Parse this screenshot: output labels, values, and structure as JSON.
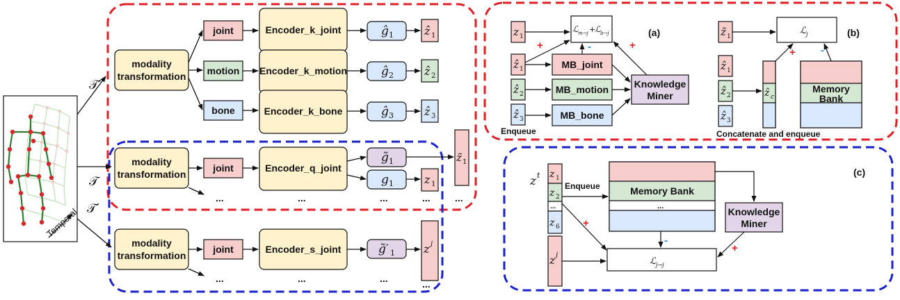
{
  "colors": {
    "red_dash": "#e01e26",
    "blue_dash": "#1a21c9",
    "pink": "#f8cecc",
    "green": "#d5e8d4",
    "blue": "#dae8fc",
    "yellow": "#fff2cc",
    "purple": "#e1d5e7",
    "plus": "#e01e26",
    "minus": "#1f8fd4"
  },
  "left": {
    "temporal_label": "Temporal",
    "t_prime_top": "𝒯′",
    "t_mid": "𝒯",
    "t_prime_bottom": "𝒯′"
  },
  "top_branch": {
    "modality": [
      "modality",
      "transformation"
    ],
    "modalities": [
      "joint",
      "motion",
      "bone"
    ],
    "encoders": [
      "Encoder_k_joint",
      "Encoder_k_motion",
      "Encoder_k_bone"
    ],
    "g": [
      "ĝ",
      "ĝ",
      "ĝ"
    ],
    "g_sub": [
      "1",
      "2",
      "3"
    ],
    "z": [
      "ẑ",
      "ẑ",
      "ẑ"
    ],
    "z_sub": [
      "1",
      "2",
      "3"
    ]
  },
  "mid_branch": {
    "modality": [
      "modality",
      "transformation"
    ],
    "joint": "joint",
    "encoder": "Encoder_q_joint",
    "g_tilde": "g̃",
    "g_tilde_sub": "1",
    "g": "g",
    "g_sub": "1",
    "z": "z",
    "z_sub": "1",
    "z_tilde": "z̃",
    "z_tilde_sub": "1",
    "dots": "..."
  },
  "bottom_branch": {
    "modality": [
      "modality",
      "transformation"
    ],
    "joint": "joint",
    "encoder": "Encoder_s_joint",
    "g": "g̃′",
    "g_sub": "1",
    "z": "z",
    "z_sup": "j",
    "dots": "..."
  },
  "panel_a": {
    "tag": "(a)",
    "loss_left": "ℒ",
    "loss_left_sub": "m→j",
    "loss_plus": "+",
    "loss_right": "ℒ",
    "loss_right_sub": "b→j",
    "z1": "z",
    "z1_sub": "1",
    "zh": [
      "ẑ",
      "ẑ",
      "ẑ"
    ],
    "zh_sub": [
      "1",
      "2",
      "3"
    ],
    "mb": [
      "MB_joint",
      "MB_motion",
      "MB_bone"
    ],
    "miner": [
      "Knowledge",
      "Miner"
    ],
    "enqueue": "Enqueue",
    "plus": "+",
    "minus": "-"
  },
  "panel_b": {
    "tag": "(b)",
    "loss": "ℒ",
    "loss_sub": "j",
    "zt": "z̃",
    "zt_sub": "1",
    "zh": [
      "ẑ",
      "ẑ",
      "ẑ"
    ],
    "zh_sub": [
      "1",
      "2",
      "3"
    ],
    "zc": "ẑ",
    "zc_sub": "c",
    "memory": [
      "Memory",
      "Bank"
    ],
    "caption": "Concatenate and enqueue",
    "plus": "+",
    "minus": "-"
  },
  "panel_c": {
    "tag": "(c)",
    "zt": "z",
    "zt_sup": "t",
    "zs": [
      "z",
      "z",
      "...",
      "z"
    ],
    "zs_sub": [
      "1",
      "2",
      "",
      "6"
    ],
    "enqueue": "Enqueue",
    "memory": "Memory Bank",
    "mem_dots": "...",
    "miner": [
      "Knowledge",
      "Miner"
    ],
    "zj": "z",
    "zj_sup": "j",
    "loss": "ℒ",
    "loss_sub": "j→j",
    "plus": "+",
    "minus": "-"
  }
}
